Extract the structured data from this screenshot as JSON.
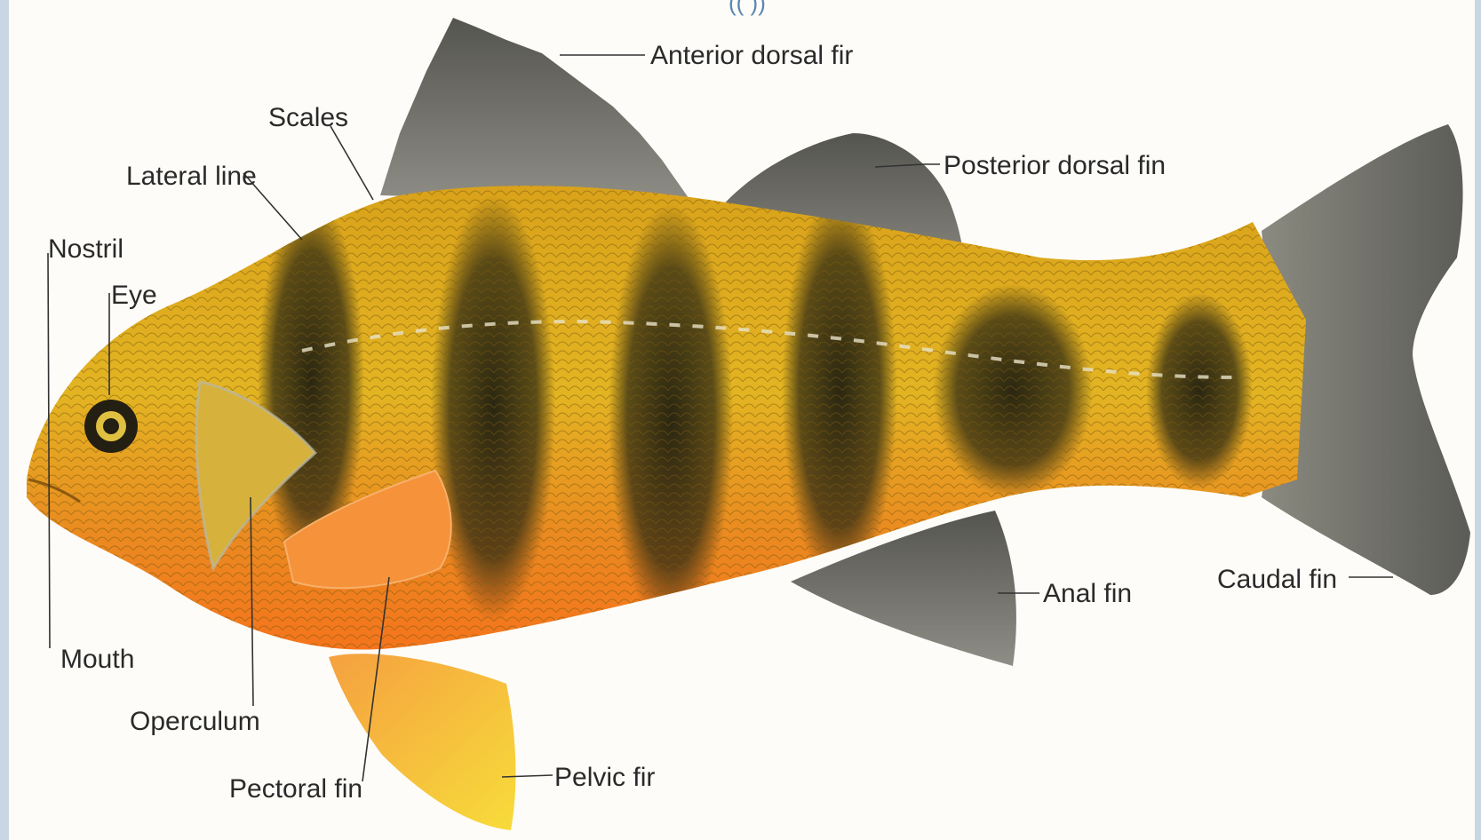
{
  "header_fragment": "(( ))",
  "labels": {
    "anterior_dorsal_fin": "Anterior dorsal fir",
    "posterior_dorsal_fin": "Posterior dorsal fin",
    "scales": "Scales",
    "lateral_line": "Lateral line",
    "nostril": "Nostril",
    "eye": "Eye",
    "mouth": "Mouth",
    "operculum": "Operculum",
    "pectoral_fin": "Pectoral fin",
    "pelvic_fin": "Pelvic fir",
    "anal_fin": "Anal fin",
    "caudal_fin": "Caudal fin"
  },
  "colors": {
    "background": "#c9d6e3",
    "page": "#fdfcf8",
    "body_yellow": "#e0b21e",
    "belly_orange": "#f07a1e",
    "band_dark": "#2e2a14",
    "fin_grey": "#6f6f6c",
    "fin_orange": "#f5923a"
  }
}
